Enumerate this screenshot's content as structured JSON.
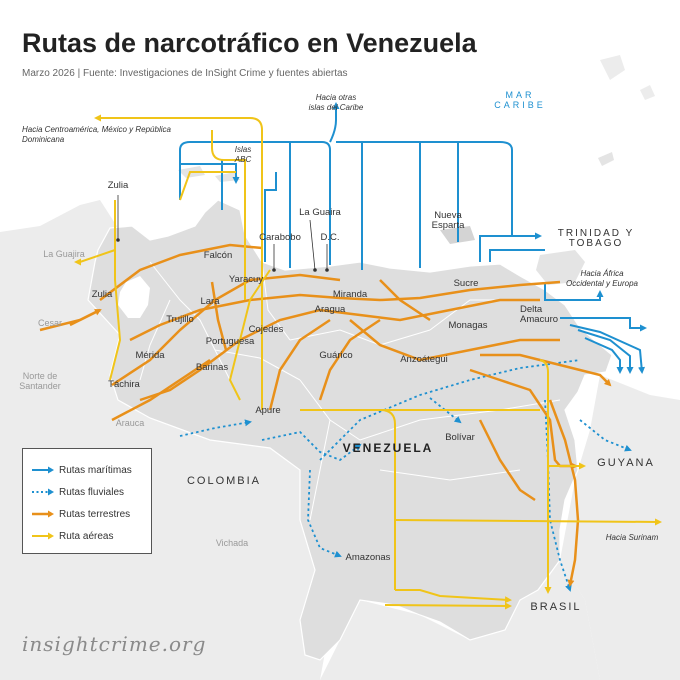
{
  "title": "Rutas de narcotráfico en Venezuela",
  "subtitle": "Marzo 2026 | Fuente: Investigaciones de InSight Crime y fuentes abiertas",
  "colors": {
    "maritime": "#1e90d0",
    "fluvial": "#1e90d0",
    "land": "#e8901a",
    "air": "#f0c419",
    "venezuela": "#dedede",
    "neighbors": "#ececec",
    "sea": "#ffffff"
  },
  "labels": {
    "mar_caribe": "MAR CARIBE",
    "otras_islas": "Hacia otras islas del Caribe",
    "centroamerica": "Hacia Centroamérica, México y República Dominicana",
    "islas_abc": "Islas ABC",
    "trinidad": "TRINIDAD Y TOBAGO",
    "africa": "Hacia África Occidental y Europa",
    "surinam": "Hacia Surinam",
    "venezuela": "VENEZUELA",
    "colombia": "COLOMBIA",
    "guyana": "GUYANA",
    "brasil": "BRASIL",
    "la_guajira": "La Guajira",
    "cesar": "Cesar",
    "norte_santander": "Norte de Santander",
    "arauca": "Arauca",
    "vichada": "Vichada"
  },
  "states": {
    "zulia_n": "Zulia",
    "zulia": "Zulia",
    "falcon": "Falcón",
    "lara": "Lara",
    "yaracuy": "Yaracuy",
    "carabobo": "Carabobo",
    "la_guaira": "La Guaira",
    "dc": "D.C.",
    "miranda": "Miranda",
    "aragua": "Aragua",
    "cojedes": "Cojedes",
    "trujillo": "Trujillo",
    "merida": "Mérida",
    "tachira": "Táchira",
    "portuguesa": "Portuguesa",
    "barinas": "Barinas",
    "apure": "Apure",
    "guarico": "Guárico",
    "nueva_esparta": "Nueva Esparta",
    "sucre": "Sucre",
    "monagas": "Monagas",
    "delta_amacuro": "Delta Amacuro",
    "anzoategui": "Anzoátegui",
    "bolivar": "Bolívar",
    "amazonas": "Amazonas"
  },
  "legend": {
    "maritime": "Rutas marítimas",
    "fluvial": "Rutas fluviales",
    "land": "Rutas terrestres",
    "air": "Ruta aéreas"
  },
  "brand": "insightcrime.org"
}
